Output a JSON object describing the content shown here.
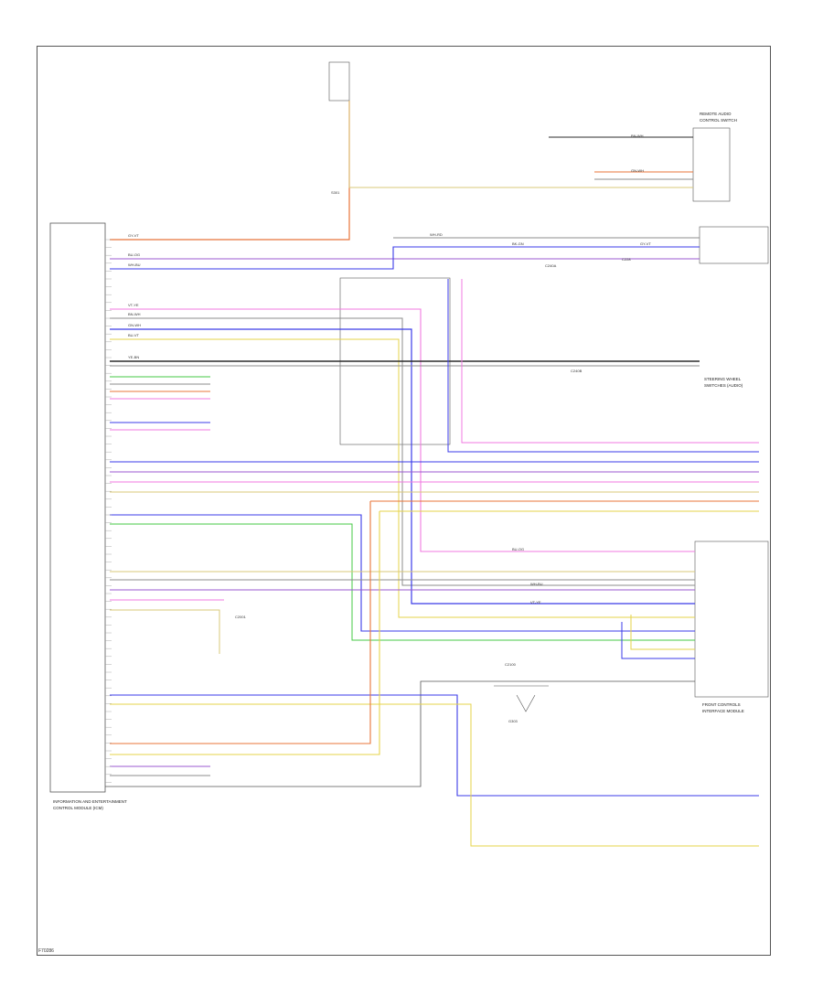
{
  "diagram": {
    "code": "F70286",
    "modules": {
      "main": {
        "title_lines": [
          "INFORMATION AND ENTERTAINMENT",
          "CONTROL MODULE (ICM)"
        ]
      },
      "top_right": {
        "title_lines": [
          "REMOTE AUDIO",
          "CONTROL SWITCH"
        ]
      },
      "mid_right": {
        "title_lines": [
          "STEERING WHEEL",
          "SWITCHES (AUDIO)"
        ]
      },
      "lower_right": {
        "title_lines": [
          "FRONT CONTROLS",
          "INTERFACE MODULE"
        ]
      },
      "ground": {
        "label": "G303"
      }
    },
    "wire_labels": [
      "GY-VT",
      "BU-OG",
      "WH-BU",
      "VT-YE",
      "BN-WH",
      "GN-WH",
      "BU-VT",
      "YE-BN",
      "WH-RD",
      "BK-GN"
    ],
    "connectors": [
      "C240A",
      "C240B",
      "C2001",
      "C2100",
      "C228",
      "S301"
    ]
  },
  "colors": {
    "orange": "#e8753a",
    "pink": "#f07ae0",
    "blue": "#3b3be8",
    "violet": "#9b59d0",
    "green": "#44c944",
    "yellow": "#e6d34a",
    "tan": "#d9c87a",
    "gray": "#8d8d8d",
    "dark": "#2b2b2b",
    "light_blue": "#9fc6f2",
    "light_yellow": "#efe59a"
  }
}
